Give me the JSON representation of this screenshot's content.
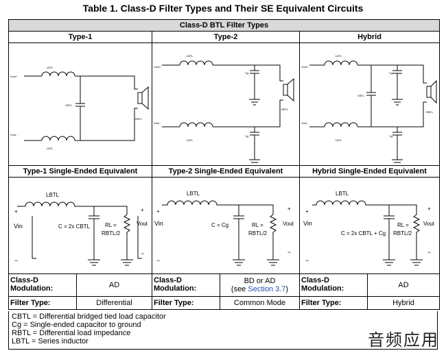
{
  "title": "Table 1. Class-D Filter Types and Their SE Equivalent Circuits",
  "table_header": "Class-D BTL Filter Types",
  "columns": [
    {
      "btl_title": "Type-1",
      "se_title": "Type-1 Single-Ended Equivalent",
      "modulation_label": "Class-D Modulation:",
      "modulation_value": "AD",
      "filter_label": "Filter Type:",
      "filter_value": "Differential"
    },
    {
      "btl_title": "Type-2",
      "se_title": "Type-2 Single-Ended Equivalent",
      "modulation_label": "Class-D Modulation:",
      "modulation_value": "BD or AD",
      "modulation_note_prefix": "(see ",
      "modulation_note_link": "Section 3.7",
      "modulation_note_suffix": ")",
      "filter_label": "Filter Type:",
      "filter_value": "Common Mode"
    },
    {
      "btl_title": "Hybrid",
      "se_title": "Hybrid Single-Ended Equivalent",
      "modulation_label": "Class-D Modulation:",
      "modulation_value": "AD",
      "filter_label": "Filter Type:",
      "filter_value": "Hybrid"
    }
  ],
  "circuit_labels": {
    "l_btl": "LBTL",
    "c_btl": "CBTL",
    "c_g": "Cg",
    "r_btl": "RBTL",
    "vout_plus": "Vout+",
    "vout_minus": "Vout -",
    "vin": "Vin",
    "vout": "Vout",
    "plus": "+",
    "minus": "−",
    "c_type1": "C = 2x CBTL",
    "c_type2": "C = Cg",
    "c_hybrid": "C = 2x CBTL + Cg",
    "rl": "RL =",
    "rbtl_half": "RBTL/2"
  },
  "footnotes": [
    "CBTL = Differential bridged tied load capacitor",
    "Cg = Single-ended capacitor to ground",
    "RBTL = Differential load impedance",
    "LBTL = Series inductor"
  ],
  "watermark": "音频应用"
}
